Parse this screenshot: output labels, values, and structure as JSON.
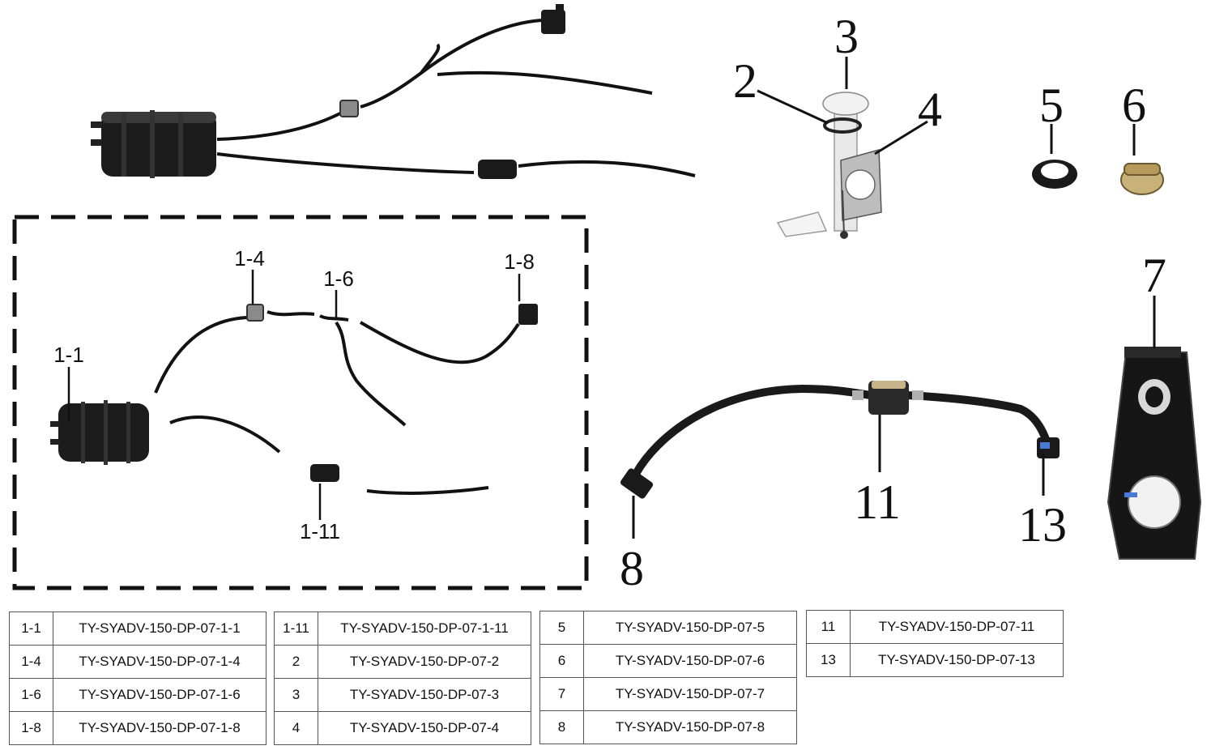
{
  "callouts": {
    "c2": "2",
    "c3": "3",
    "c4": "4",
    "c5": "5",
    "c6": "6",
    "c7": "7",
    "c8": "8",
    "c11": "11",
    "c13": "13",
    "c1_1": "1-1",
    "c1_4": "1-4",
    "c1_6": "1-6",
    "c1_8": "1-8",
    "c1_11": "1-11"
  },
  "parts_tables": [
    {
      "rows": [
        {
          "ref": "1-1",
          "part_no": "TY-SYADV-150-DP-07-1-1"
        },
        {
          "ref": "1-4",
          "part_no": "TY-SYADV-150-DP-07-1-4"
        },
        {
          "ref": "1-6",
          "part_no": "TY-SYADV-150-DP-07-1-6"
        },
        {
          "ref": "1-8",
          "part_no": "TY-SYADV-150-DP-07-1-8"
        }
      ]
    },
    {
      "rows": [
        {
          "ref": "1-11",
          "part_no": "TY-SYADV-150-DP-07-1-11"
        },
        {
          "ref": "2",
          "part_no": "TY-SYADV-150-DP-07-2"
        },
        {
          "ref": "3",
          "part_no": "TY-SYADV-150-DP-07-3"
        },
        {
          "ref": "4",
          "part_no": "TY-SYADV-150-DP-07-4"
        }
      ]
    },
    {
      "rows": [
        {
          "ref": "5",
          "part_no": "TY-SYADV-150-DP-07-5"
        },
        {
          "ref": "6",
          "part_no": "TY-SYADV-150-DP-07-6"
        },
        {
          "ref": "7",
          "part_no": "TY-SYADV-150-DP-07-7"
        },
        {
          "ref": "8",
          "part_no": "TY-SYADV-150-DP-07-8"
        }
      ]
    },
    {
      "rows": [
        {
          "ref": "11",
          "part_no": "TY-SYADV-150-DP-07-11"
        },
        {
          "ref": "13",
          "part_no": "TY-SYADV-150-DP-07-13"
        }
      ]
    }
  ],
  "colors": {
    "line": "#111111",
    "dash_frame": "#111111",
    "table_border": "#555555"
  }
}
